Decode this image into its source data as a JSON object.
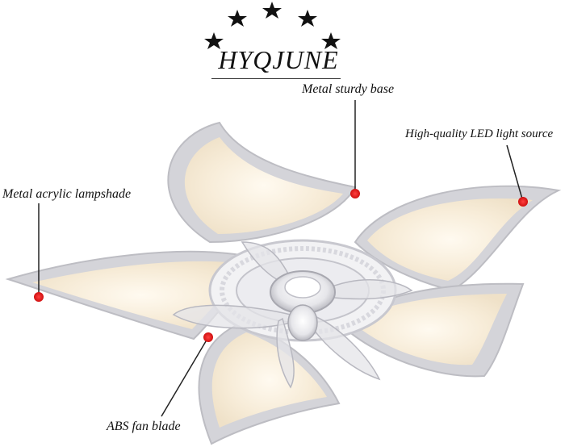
{
  "brand": {
    "name": "HYQJUNE",
    "star_count": 5
  },
  "callouts": {
    "base": "Metal sturdy base",
    "led": "High-quality LED light source",
    "shade": "Metal acrylic lampshade",
    "blade": "ABS fan blade"
  },
  "colors": {
    "marker": "#e02020",
    "frame": "#cfcfd4",
    "glow": "#f6ead6",
    "text": "#111111"
  }
}
